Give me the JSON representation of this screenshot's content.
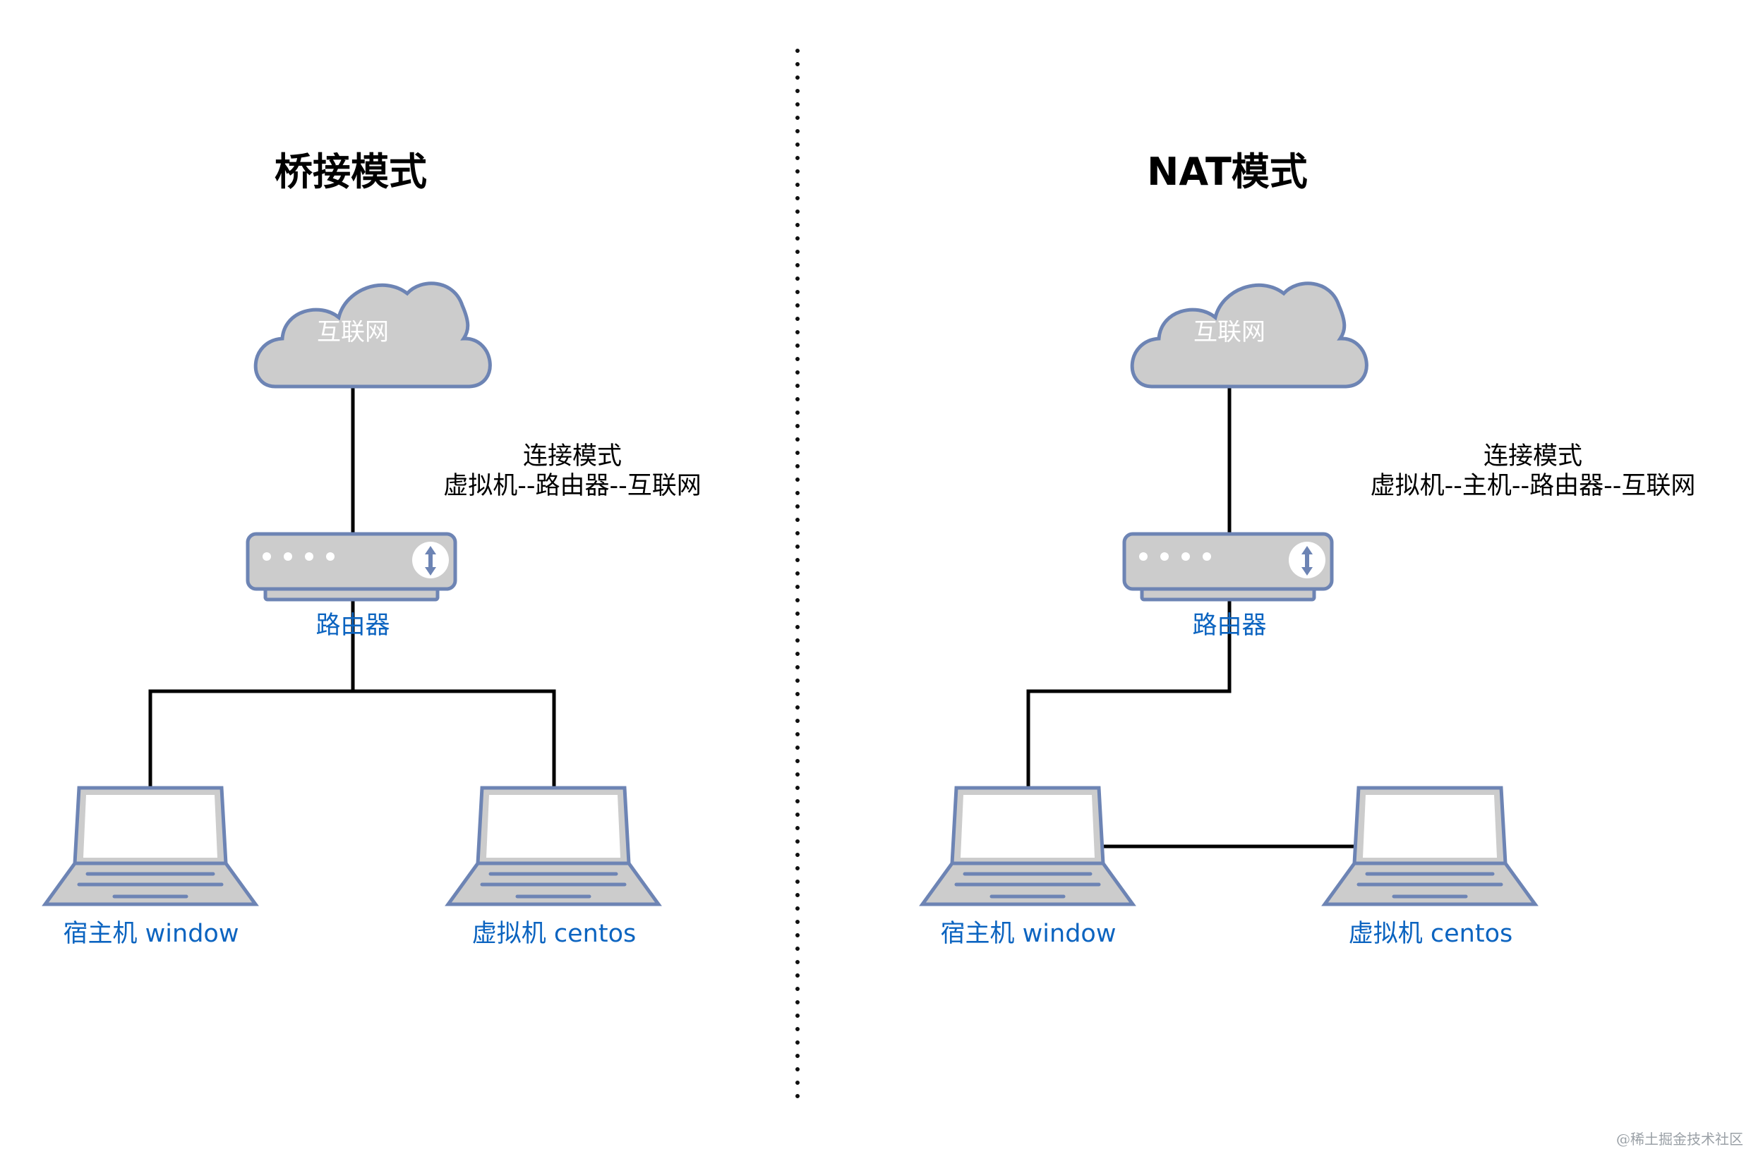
{
  "left": {
    "title": "桥接模式",
    "cloud_label": "互联网",
    "note_line1": "连接模式",
    "note_line2": "虚拟机--路由器--互联网",
    "router_label": "路由器",
    "host_label": "宿主机 window",
    "vm_label": "虚拟机 centos"
  },
  "right": {
    "title": "NAT模式",
    "cloud_label": "互联网",
    "note_line1": "连接模式",
    "note_line2": "虚拟机--主机--路由器--互联网",
    "router_label": "路由器",
    "host_label": "宿主机 window",
    "vm_label": "虚拟机 centos"
  },
  "watermark": "@稀土掘金技术社区",
  "icons": {
    "cloud": "cloud-icon",
    "router": "router-icon",
    "laptop": "laptop-icon"
  },
  "colors": {
    "label_text": "#0c64c0",
    "device_fill": "#cccccc",
    "device_stroke": "#6d84b4",
    "wire": "#000000"
  }
}
